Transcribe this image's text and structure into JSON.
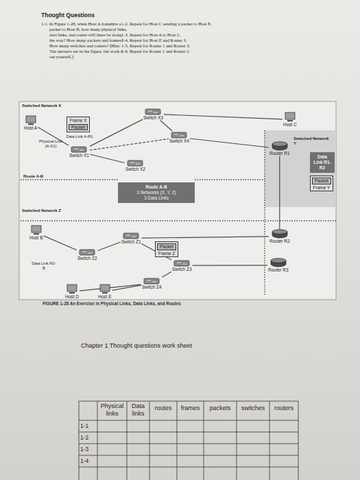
{
  "diagram": {
    "title": "Thought Questions",
    "caption": "FIGURE 1-28 An Exercise in Physical Links, Data Links, and Routes",
    "nodes": [
      {
        "text": [
          "Frame X"
        ]
      },
      {
        "text": [
          "Packet"
        ],
        "in": 0
      },
      {
        "text": [
          "Switch X3"
        ]
      },
      {
        "text": [
          "Host A"
        ]
      },
      {
        "text": [
          "Host C"
        ]
      },
      {
        "text": [
          "Switch X4"
        ]
      },
      {
        "text": [
          "Switch X1"
        ]
      },
      {
        "text": [
          "Router R1"
        ]
      },
      {
        "text": [
          "Switch X2"
        ]
      },
      {
        "text": [
          "Route A-B",
          "3 Networks (X, Y, Z)",
          "3 Data Links"
        ]
      },
      {
        "text": [
          "Data Link R1-R2"
        ]
      },
      {
        "text": [
          "Frame Y"
        ]
      },
      {
        "text": [
          "Packet"
        ],
        "in": 11
      },
      {
        "text": [
          "Host B"
        ]
      },
      {
        "text": [
          "Switch Z1"
        ]
      },
      {
        "text": [
          "Router R2"
        ]
      },
      {
        "text": [
          "Frame Z"
        ]
      },
      {
        "text": [
          "Packet"
        ],
        "in": 16
      },
      {
        "text": [
          "Switch Z2"
        ]
      },
      {
        "text": [
          "Switch Z3"
        ]
      },
      {
        "text": [
          "Router R3"
        ]
      },
      {
        "text": [
          "Switch Z4"
        ]
      },
      {
        "text": [
          "Host D"
        ]
      },
      {
        "text": [
          "Host E"
        ]
      }
    ],
    "edges": [
      {
        "from": 3,
        "to": 6,
        "arrow": "none"
      },
      {
        "from": 6,
        "to": 2,
        "arrow": "none"
      },
      {
        "from": 2,
        "to": 4,
        "arrow": "none"
      },
      {
        "from": 6,
        "to": 5,
        "arrow": "none"
      },
      {
        "from": 2,
        "to": 5,
        "arrow": "none"
      },
      {
        "from": 5,
        "to": 7,
        "arrow": "none"
      },
      {
        "from": 6,
        "to": 8,
        "arrow": "none"
      },
      {
        "from": 7,
        "to": 15,
        "arrow": "none"
      },
      {
        "from": 15,
        "to": 14,
        "arrow": "none"
      },
      {
        "from": 14,
        "to": 18,
        "arrow": "none"
      },
      {
        "from": 18,
        "to": 13,
        "arrow": "none"
      },
      {
        "from": 14,
        "to": 19,
        "arrow": "none"
      },
      {
        "from": 19,
        "to": 20,
        "arrow": "none"
      },
      {
        "from": 19,
        "to": 21,
        "arrow": "none"
      },
      {
        "from": 21,
        "to": 22,
        "arrow": "none"
      },
      {
        "from": 21,
        "to": 23,
        "arrow": "none"
      }
    ],
    "labels": [
      "1-1. In Figure 1-28, when Host A transmits a packet to Host B, how many physical links, data links, and routes will there be along the way? How many packets and frames? How many switches and routers? (Hint: The answers are in the figure, but work it out yourself.)",
      "1-2. Repeat for Host C sending a packet to Host E.",
      "1-3. Repeat for Host A to Host C.",
      "1-4. Repeat for Host E and Router 3.",
      "1-5. Repeat for Router 1 and Router 3.",
      "1-6. Repeat for Router 1 and Router 2.",
      "Switched Network X",
      "Data Link A-R1",
      "Physical Link (A-X1)",
      "Switched Network Y",
      "Route A-B",
      "Switched Network Z",
      "Data Link R2-B",
      "Chapter 1 Thought questions work sheet",
      "Physical links",
      "Data links",
      "routes",
      "frames",
      "packets",
      "switches",
      "routers",
      "1-1",
      "1-2",
      "1-3",
      "1-4"
    ]
  }
}
